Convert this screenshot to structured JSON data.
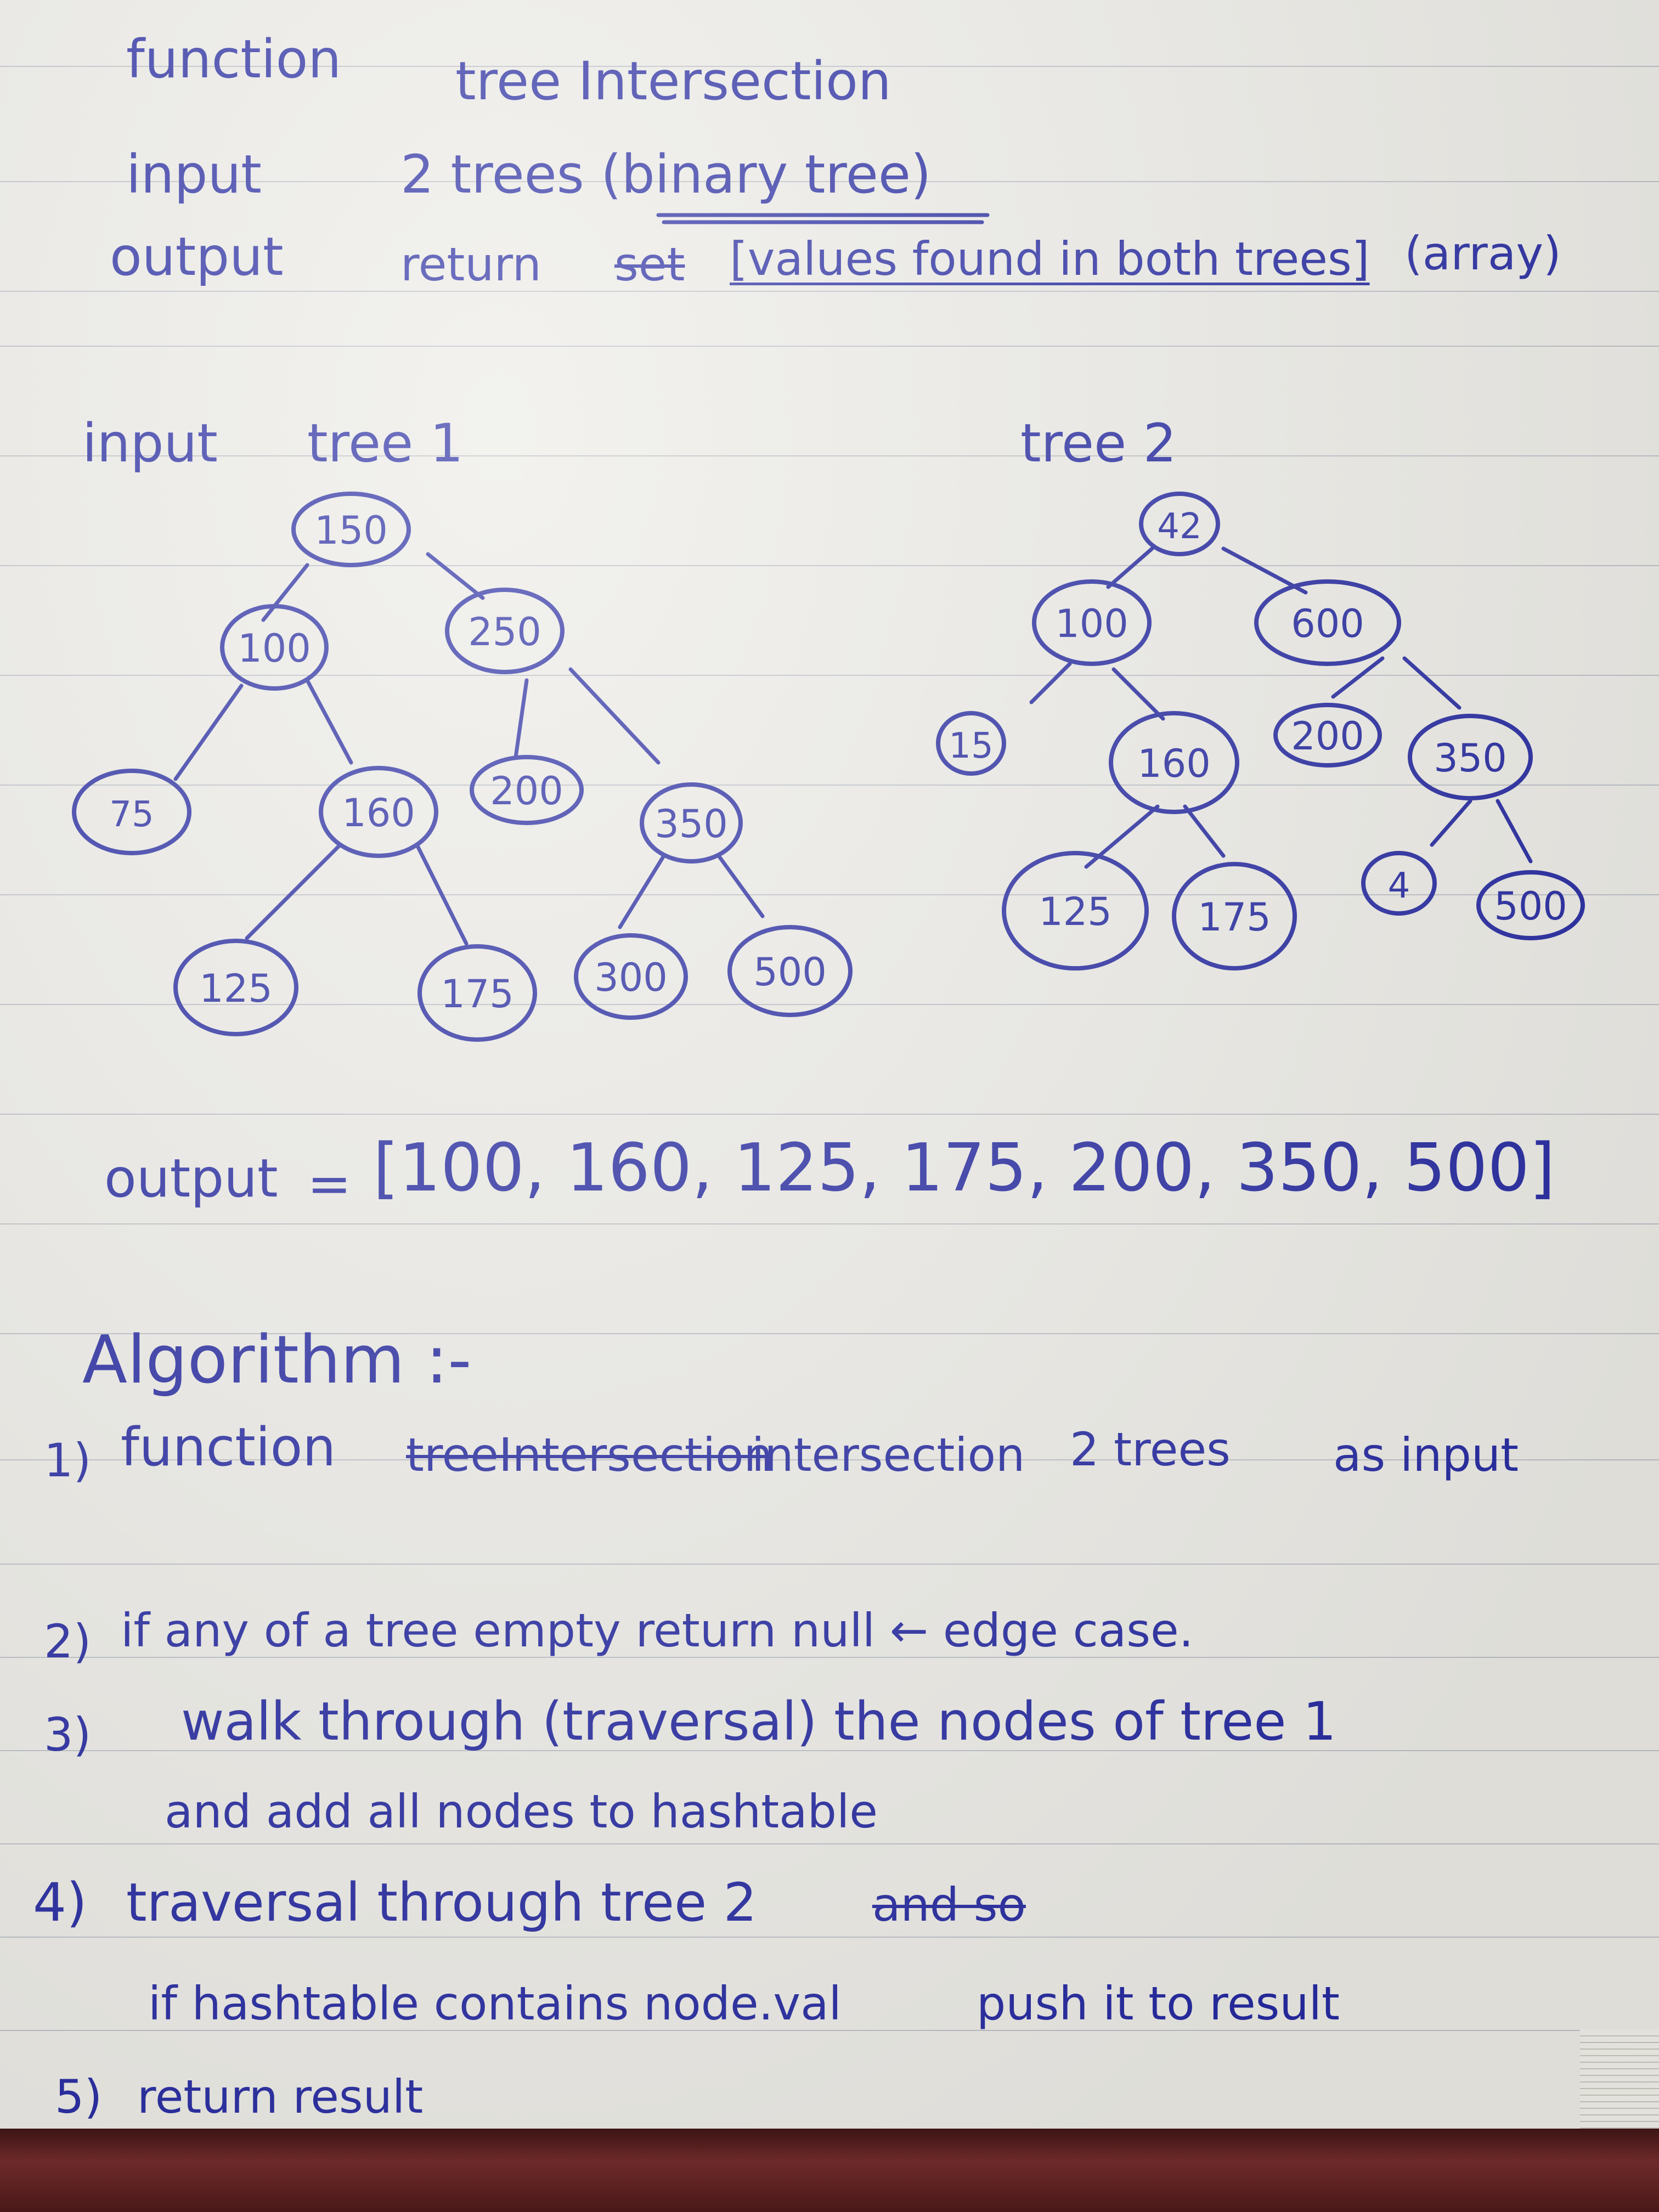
{
  "header": {
    "function_label": "function",
    "function_value": "tree Intersection",
    "input_label": "input",
    "input_value": "2 trees (binary tree)",
    "output_label": "output",
    "output_return": "return",
    "output_struck": "set",
    "output_value": "[values found in both trees]",
    "output_type": "(array)"
  },
  "example": {
    "input_label": "input",
    "tree1_label": "tree 1",
    "tree2_label": "tree 2",
    "tree1": {
      "nodes": [
        "150",
        "100",
        "250",
        "75",
        "160",
        "200",
        "350",
        "125",
        "175",
        "300",
        "500"
      ]
    },
    "tree2": {
      "nodes": [
        "42",
        "100",
        "600",
        "15",
        "160",
        "200",
        "350",
        "125",
        "175",
        "4",
        "500"
      ]
    },
    "output_label": "output",
    "output_equals": "=",
    "output_value": "[100, 160, 125, 175, 200, 350, 500]"
  },
  "algorithm": {
    "title": "Algorithm :-",
    "step1_num": "1)",
    "step1_a": "function",
    "step1_struck": "treeIntersection",
    "step1_b": "intersection",
    "step1_c": "2 trees",
    "step1_d": "as input",
    "step2_num": "2)",
    "step2_text": "if any of a tree empty return null ← edge case.",
    "step3_num": "3)",
    "step3_text": "walk through (traversal) the nodes of tree 1",
    "step3_cont": "and add all nodes to hashtable",
    "step4_num": "4)",
    "step4_text": "traversal through tree 2",
    "step4_struck": "and so",
    "step4_cont_a": "if hashtable contains node.val",
    "step4_cont_b": "push it to result",
    "step5_num": "5)",
    "step5_text": "return result"
  },
  "colors": {
    "ink": "#262aa0",
    "paper": "#ecebe6",
    "rule": "#a8adb8"
  }
}
